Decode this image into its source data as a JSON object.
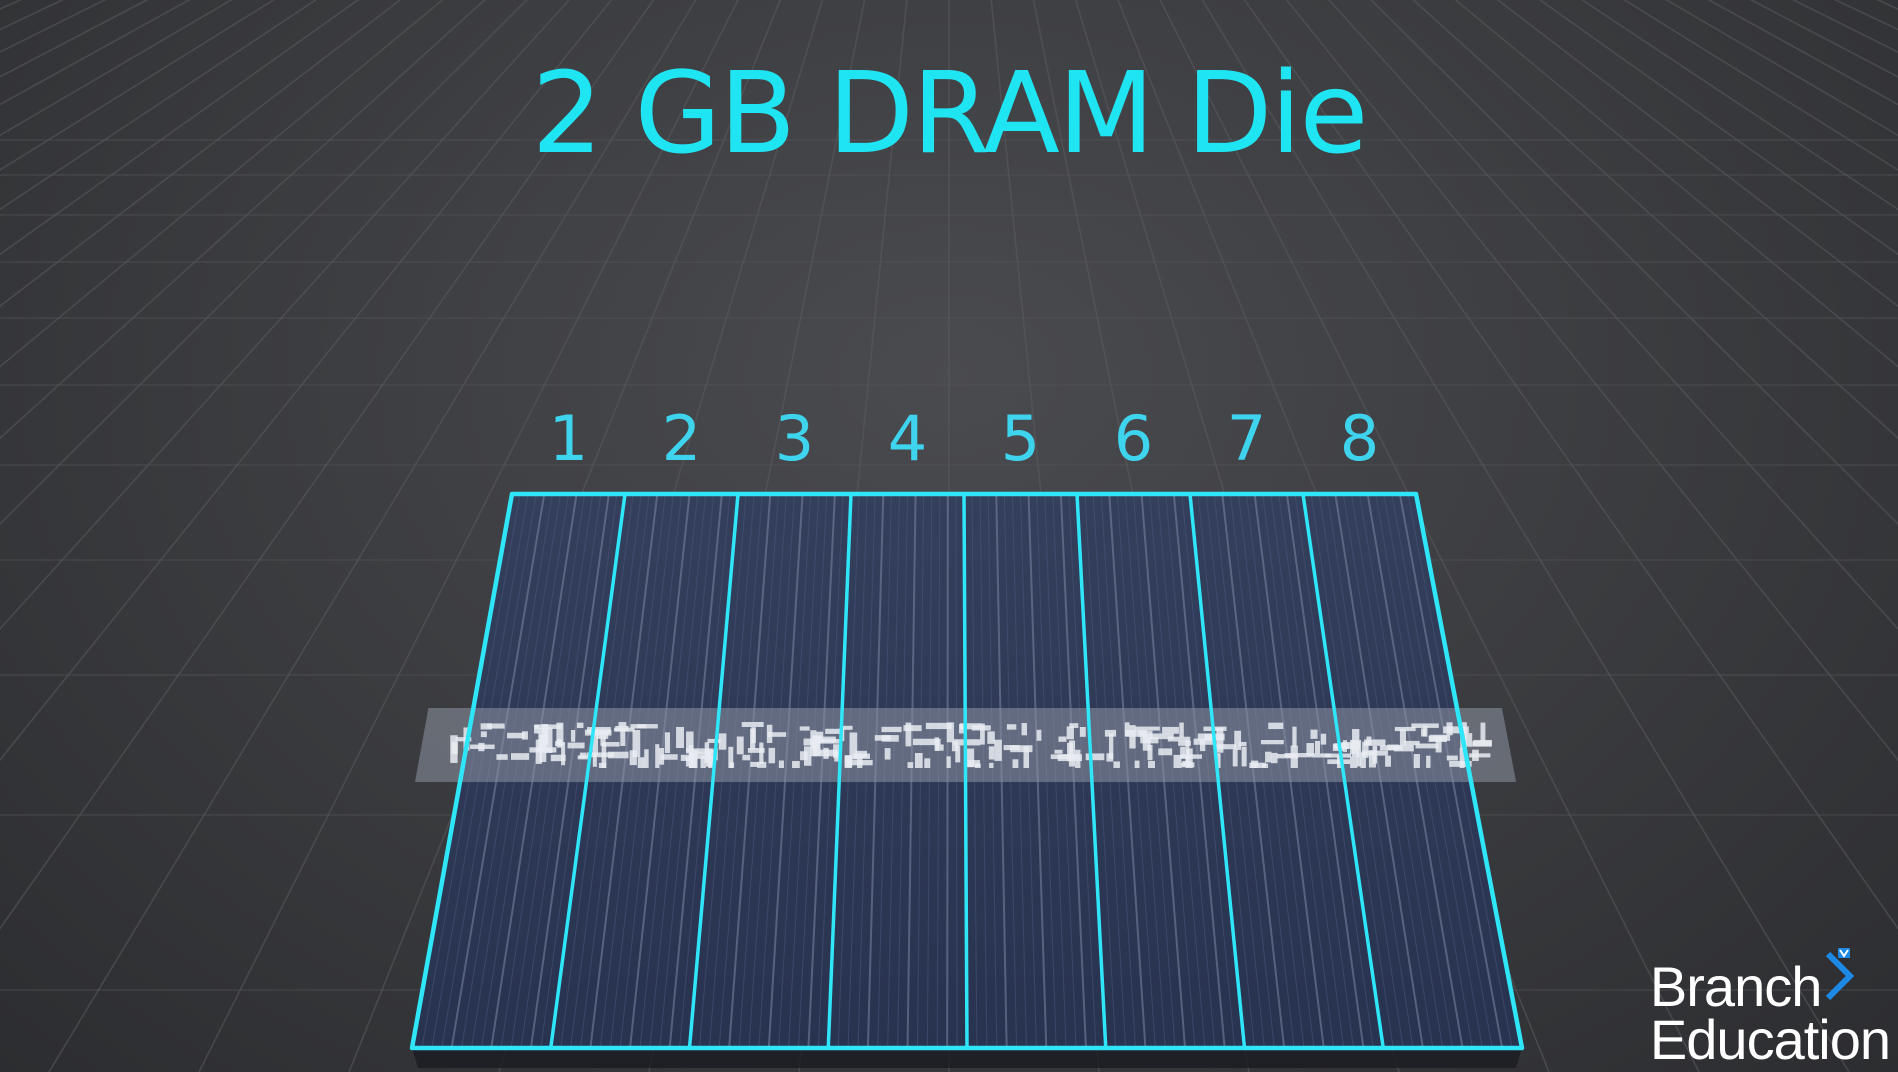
{
  "title": "2 GB DRAM Die",
  "die": {
    "bank_count": 8,
    "bank_labels": [
      "1",
      "2",
      "3",
      "4",
      "5",
      "6",
      "7",
      "8"
    ]
  },
  "colors": {
    "accent": "#1fe4f2",
    "outline": "#2ee6f7",
    "bank_fill": "#2e3a58",
    "background": "#3a3b3e"
  },
  "logo": {
    "line1": "Branch",
    "line2": "Education"
  }
}
